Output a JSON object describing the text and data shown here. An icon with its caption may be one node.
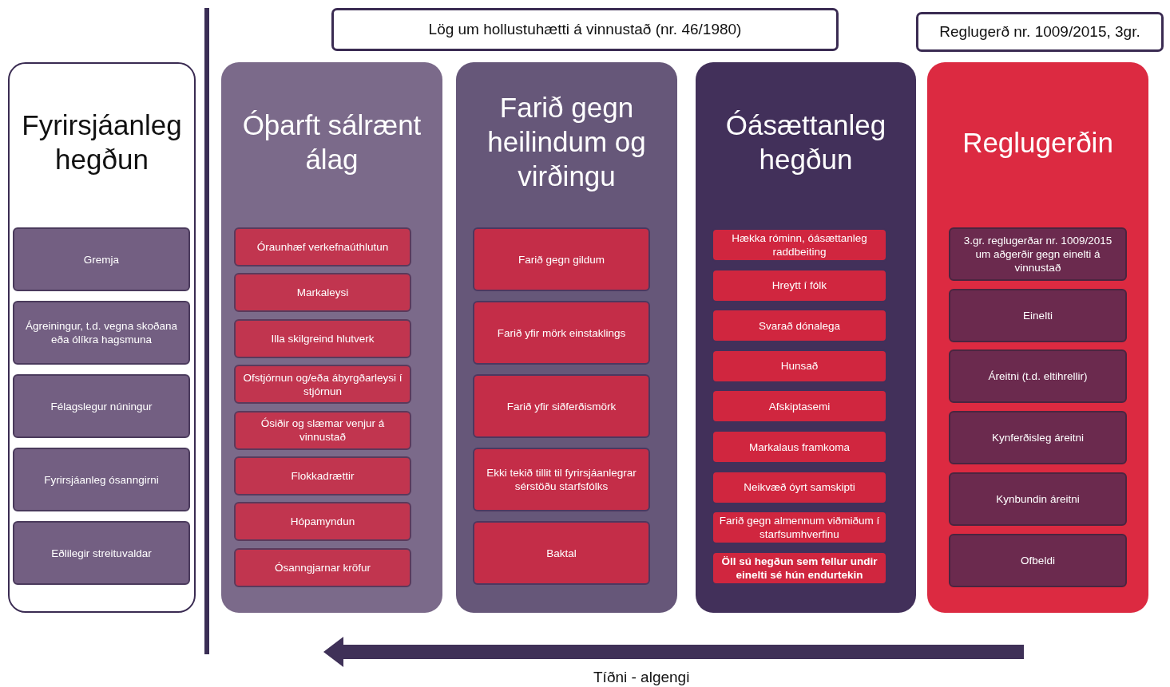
{
  "diagram": {
    "nodes": [
      {
        "text": [
          "Lög um hollustuhætti á vinnustað (nr. 46/1980)"
        ]
      },
      {
        "text": [
          "Reglugerð nr. 1009/2015, 3gr."
        ]
      },
      {
        "text": [
          "Fyrirsjáanleg hegðun"
        ]
      },
      {
        "text": [
          "Gremja"
        ],
        "in": 2
      },
      {
        "text": [
          "Ágreiningur, t.d. vegna skoðana eða ólíkra hagsmuna"
        ],
        "in": 2
      },
      {
        "text": [
          "Félagslegur núningur"
        ],
        "in": 2
      },
      {
        "text": [
          "Fyrirsjáanleg ósanngirni"
        ],
        "in": 2
      },
      {
        "text": [
          "Eðlilegir streituvaldar"
        ],
        "in": 2
      },
      {
        "text": [
          "Óþarft sálrænt álag"
        ]
      },
      {
        "text": [
          "Óraunhæf verkefnaúthlutun"
        ],
        "in": 8
      },
      {
        "text": [
          "Markaleysi"
        ],
        "in": 8
      },
      {
        "text": [
          "Illa skilgreind hlutverk"
        ],
        "in": 8
      },
      {
        "text": [
          "Ofstjórnun og/eða ábyrgðarleysi í stjórnun"
        ],
        "in": 8
      },
      {
        "text": [
          "Ósiðir og slæmar venjur á vinnustað"
        ],
        "in": 8
      },
      {
        "text": [
          "Flokkadrættir"
        ],
        "in": 8
      },
      {
        "text": [
          "Hópamyndun"
        ],
        "in": 8
      },
      {
        "text": [
          "Ósanngjarnar kröfur"
        ],
        "in": 8
      },
      {
        "text": [
          "Farið gegn heilindum og virðingu"
        ]
      },
      {
        "text": [
          "Farið gegn gildum"
        ],
        "in": 17
      },
      {
        "text": [
          "Farið yfir mörk einstaklings"
        ],
        "in": 17
      },
      {
        "text": [
          "Farið yfir siðferðismörk"
        ],
        "in": 17
      },
      {
        "text": [
          "Ekki tekið tillit til fyrirsjáanlegrar sérstöðu starfsfólks"
        ],
        "in": 17
      },
      {
        "text": [
          "Baktal"
        ],
        "in": 17
      },
      {
        "text": [
          "Óásættanleg hegðun"
        ]
      },
      {
        "text": [
          "Hækka róminn, óásættanleg raddbeiting"
        ],
        "in": 23
      },
      {
        "text": [
          "Hreytt í fólk"
        ],
        "in": 23
      },
      {
        "text": [
          "Svarað dónalega"
        ],
        "in": 23
      },
      {
        "text": [
          "Hunsað"
        ],
        "in": 23
      },
      {
        "text": [
          "Afskiptasemi"
        ],
        "in": 23
      },
      {
        "text": [
          "Markalaus framkoma"
        ],
        "in": 23
      },
      {
        "text": [
          "Neikvæð óyrt samskipti"
        ],
        "in": 23
      },
      {
        "text": [
          "Farið gegn almennum viðmiðum í starfsumhverfinu"
        ],
        "in": 23
      },
      {
        "text": [
          "Öll sú hegðun sem fellur undir einelti sé hún endurtekin"
        ],
        "in": 23
      },
      {
        "text": [
          "Reglugerðin"
        ]
      },
      {
        "text": [
          "3.gr. reglugerðar nr. 1009/2015 um aðgerðir gegn einelti á vinnustað"
        ],
        "in": 33
      },
      {
        "text": [
          "Einelti"
        ],
        "in": 33
      },
      {
        "text": [
          "Áreitni (t.d. eltihrellir)"
        ],
        "in": 33
      },
      {
        "text": [
          "Kynferðisleg áreitni"
        ],
        "in": 33
      },
      {
        "text": [
          "Kynbundin áreitni"
        ],
        "in": 33
      },
      {
        "text": [
          "Ofbeldi"
        ],
        "in": 33
      }
    ],
    "edges": [],
    "labels": [
      "Tíðni - algengi"
    ]
  }
}
